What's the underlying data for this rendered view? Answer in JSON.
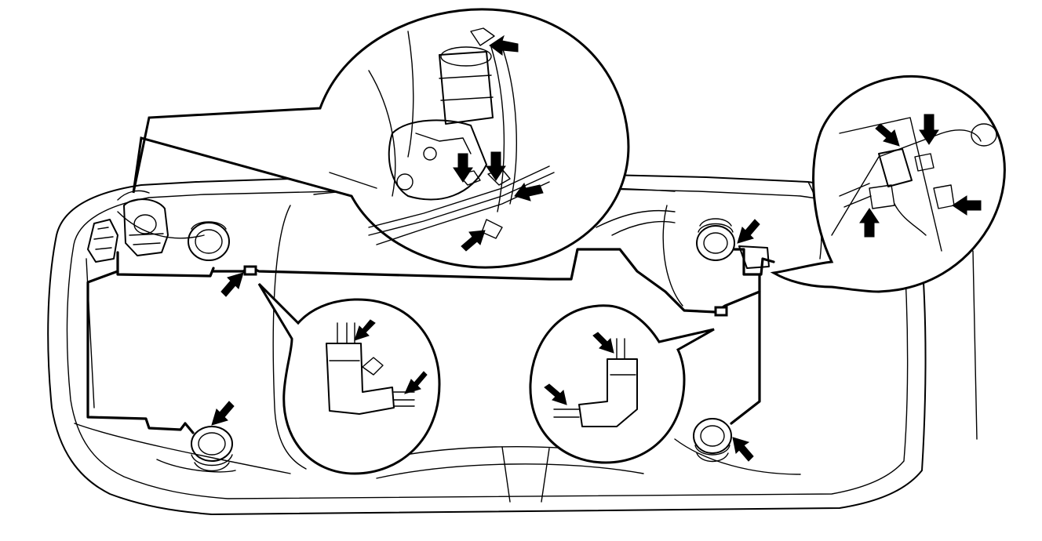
{
  "diagram": {
    "colors": {
      "line": "#000000",
      "background": "#ffffff"
    },
    "components": [
      "vehicle-body-outline",
      "abs-actuator",
      "brake-line-routing",
      "front-left-wheel",
      "front-right-wheel",
      "rear-left-wheel",
      "rear-right-wheel",
      "detail-callout-actuator",
      "detail-callout-rear-right-connection",
      "detail-callout-front-fitting",
      "detail-callout-rear-fitting"
    ],
    "arrow_count": 17,
    "text_labels": []
  }
}
